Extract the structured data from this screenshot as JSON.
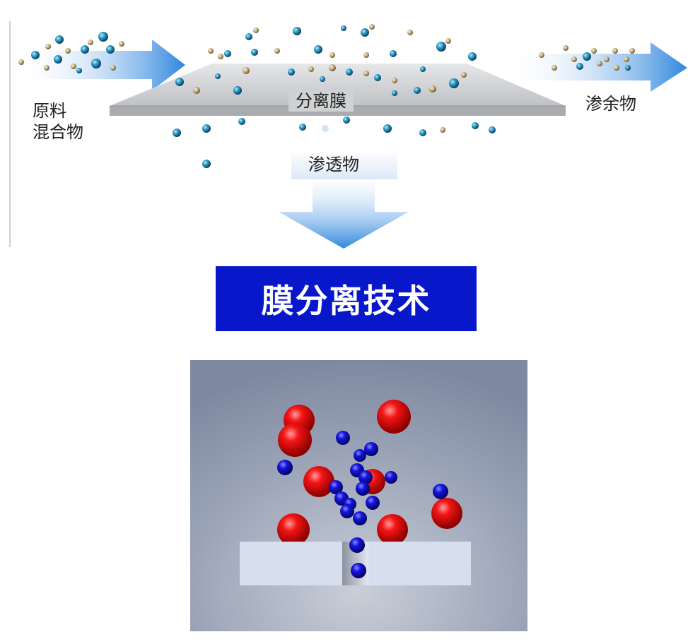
{
  "top_diagram": {
    "feed_label_line1": "原料",
    "feed_label_line2": "混合物",
    "membrane_label": "分离膜",
    "retentate_label": "渗余物",
    "permeate_label": "渗透物"
  },
  "title": "膜分离技术",
  "colors": {
    "banner": "#0717c9",
    "arrow_blue": "#3b8ee0",
    "membrane_gray": "#c9cbce",
    "small_molecule": "#1f8fb8",
    "large_molecule": "#b9a57a",
    "red_sphere": "#e01010",
    "blue_sphere": "#1010d8"
  }
}
